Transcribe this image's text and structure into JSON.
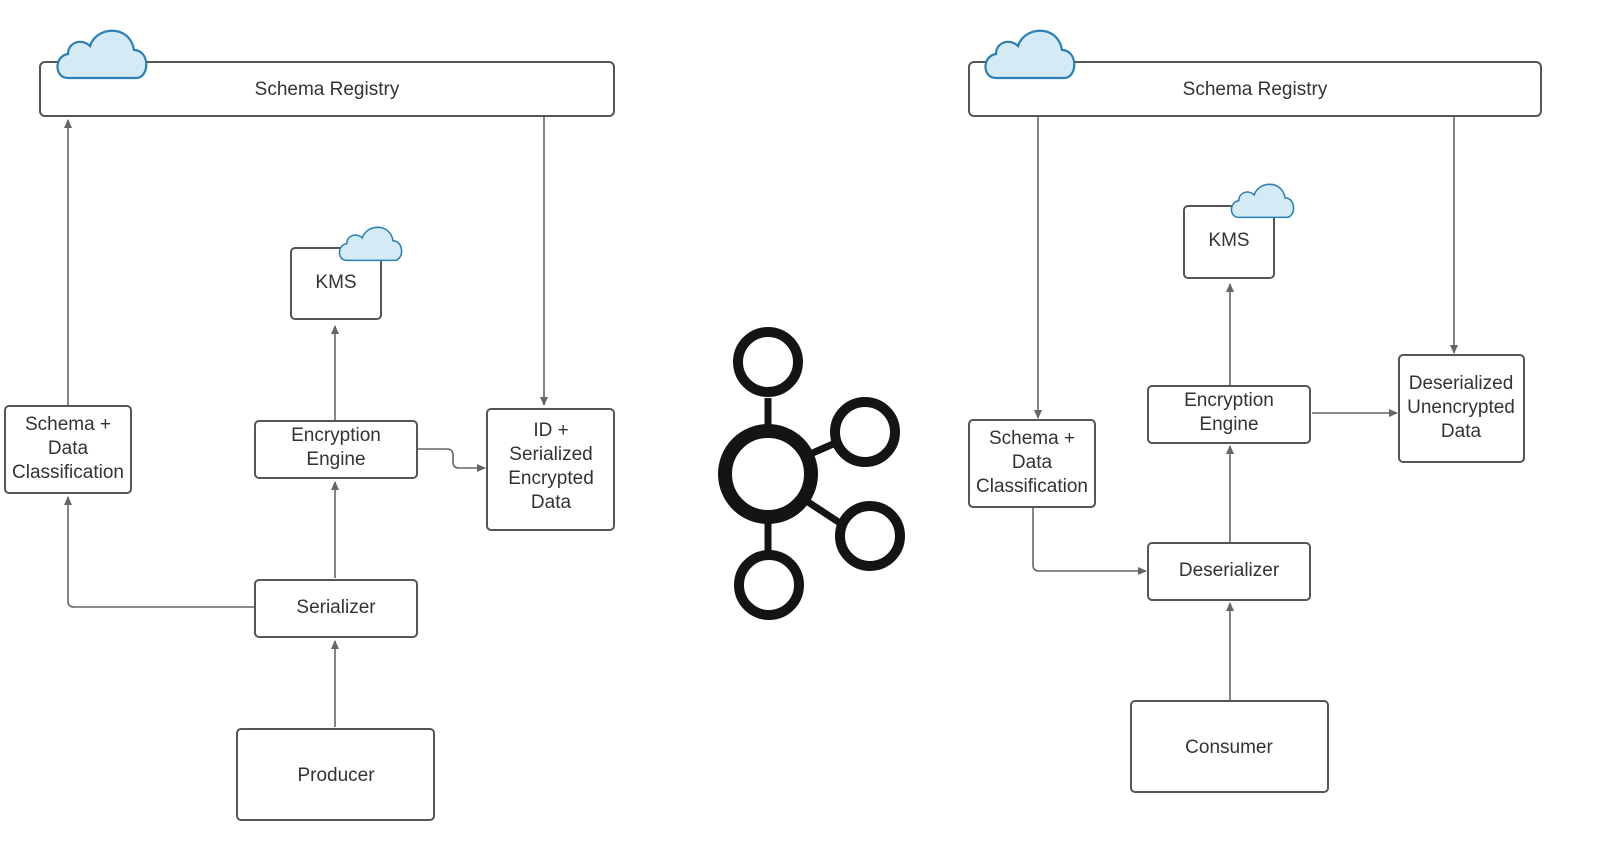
{
  "producer_side": {
    "schema_registry": "Schema Registry",
    "kms": "KMS",
    "encryption_engine": [
      "Encryption",
      "Engine"
    ],
    "schema_classification": [
      "Schema +",
      "Data",
      "Classification"
    ],
    "serialized_data": [
      "ID +",
      "Serialized",
      "Encrypted",
      "Data"
    ],
    "serializer": "Serializer",
    "producer": "Producer"
  },
  "consumer_side": {
    "schema_registry": "Schema Registry",
    "kms": "KMS",
    "encryption_engine": [
      "Encryption",
      "Engine"
    ],
    "schema_classification": [
      "Schema +",
      "Data",
      "Classification"
    ],
    "deserialized_data": [
      "Deserialized",
      "Unencrypted",
      "Data"
    ],
    "deserializer": "Deserializer",
    "consumer": "Consumer"
  },
  "icons": {
    "cloud": "cloud-icon",
    "center_logo": "kafka-logo-icon"
  },
  "colors": {
    "cloud_fill": "#d4ebf6",
    "cloud_stroke": "#2a7fb4",
    "box_border": "#555555",
    "arrow": "#666666",
    "text": "#333333",
    "logo": "#141414"
  }
}
